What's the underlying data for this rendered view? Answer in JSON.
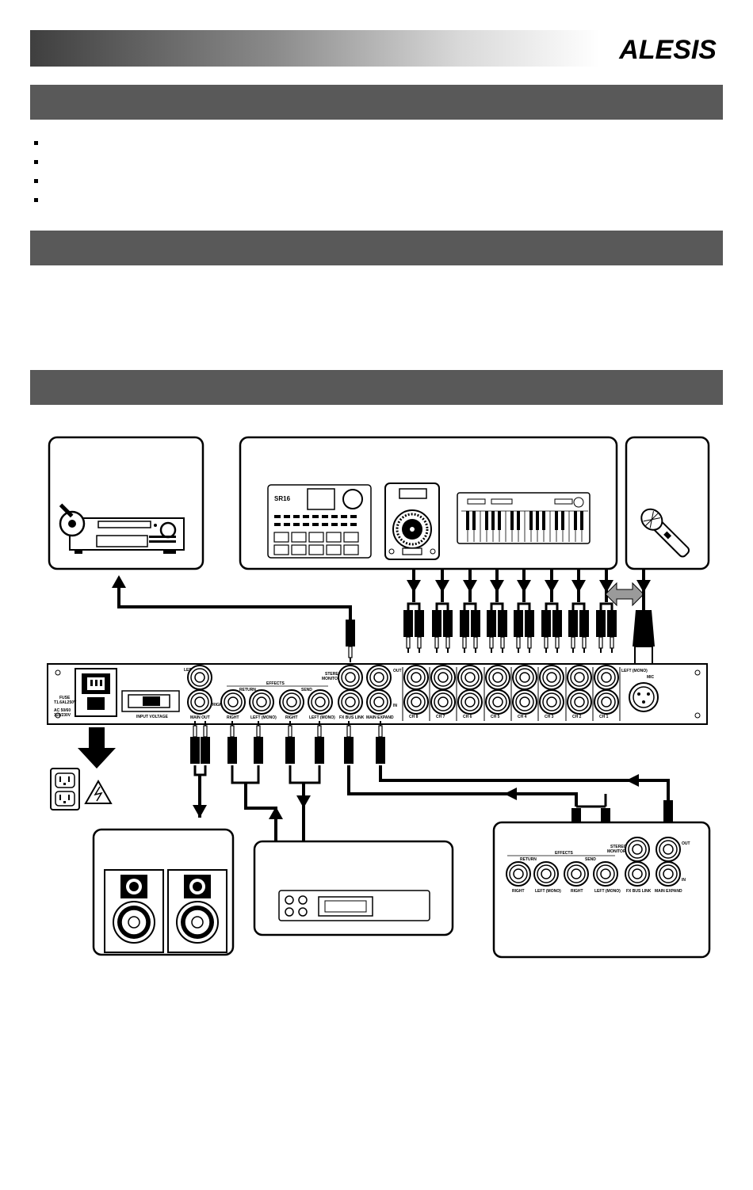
{
  "brand": {
    "name": "ALESIS"
  },
  "bullets_count": 4,
  "panel": {
    "fuse_label": "FUSE",
    "fuse_rating": "T1.6AL250V",
    "ac_label": "AC 50/60",
    "ac_voltage": "115/230V",
    "input_voltage": "INPUT VOLTAGE",
    "left": "LEFT",
    "right_r": "RIGHT",
    "main_out": "MAIN OUT",
    "effects": "EFFECTS",
    "return": "RETURN",
    "send": "SEND",
    "right": "RIGHT",
    "left_mono": "LEFT (MONO)",
    "stereo_monitor_1": "STEREO",
    "stereo_monitor_2": "MONITOR",
    "out": "OUT",
    "in": "IN",
    "fx_bus_link": "FX BUS LINK",
    "main_expand": "MAIN EXPAND",
    "mic": "MIC",
    "channels": [
      "CH 8",
      "CH 7",
      "CH 6",
      "CH 5",
      "CH 4",
      "CH 3",
      "CH 2",
      "CH 1"
    ]
  },
  "sr_label": "SR16",
  "colors": {
    "bar": "#595959",
    "ink": "#000000",
    "arrow_gray": "#9a9a9a"
  }
}
